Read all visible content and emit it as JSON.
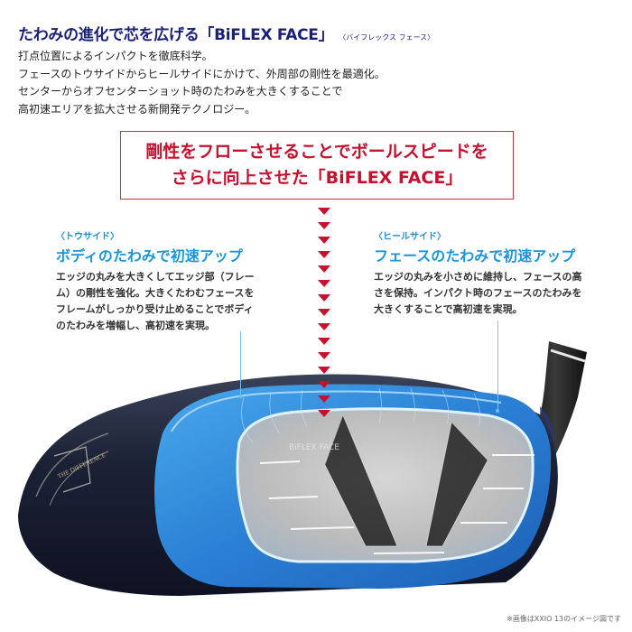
{
  "header": {
    "title": "たわみの進化で芯を広げる「BiFLEX FACE」",
    "reading": "〈バイフレックス フェース〉"
  },
  "intro": {
    "lines": [
      "打点位置によるインパクトを徹底科学。",
      "フェースのトウサイドからヒールサイドにかけて、外周部の剛性を最適化。",
      "センターからオフセンターショット時のたわみを大きくすることで",
      "高初速エリアを拡大させる新開発テクノロジー。"
    ]
  },
  "callout": {
    "line1": "剛性をフローさせることでボールスピードを",
    "line2": "さらに向上させた「BiFLEX FACE」",
    "border_color": "#c9323a",
    "text_color": "#c8102e"
  },
  "arrows": {
    "count": 15,
    "color": "#c8102e",
    "icon": "triangle-down-icon"
  },
  "toe_side": {
    "tag": "〈トウサイド〉",
    "heading": "ボディのたわみで初速アップ",
    "desc": [
      "エッジの丸みを大きくしてエッジ部（フレー",
      "ム）の剛性を強化。大きくたわむフェースを",
      "フレームがしっかり受け止めることでボディ",
      "のたわみを増幅し、高初速を実現。"
    ]
  },
  "heel_side": {
    "tag": "〈ヒールサイド〉",
    "heading": "フェースのたわみで初速アップ",
    "desc": [
      "エッジの丸みを小さめに維持し、フェースの高",
      "さを保持。インパクト時のフェースのたわみを",
      "大きくすることで高初速を実現。"
    ]
  },
  "club": {
    "face_label": "BiFLEX FACE",
    "crown_label": "THE DIFFERENCE",
    "accent_color": "#2f8fe0",
    "body_color": "#1c2440"
  },
  "caption": "※画像はXXIO 13のイメージ図です"
}
